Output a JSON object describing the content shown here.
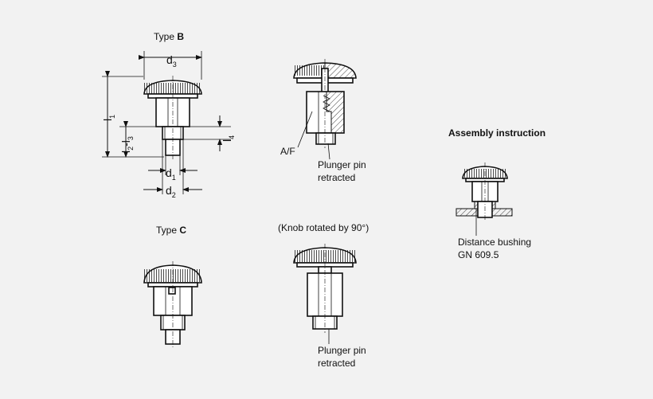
{
  "labels": {
    "type_b_prefix": "Type ",
    "type_b_letter": "B",
    "type_c_prefix": "Type ",
    "type_c_letter": "C",
    "knob_rotated": "(Knob rotated by 90°)",
    "assembly_instruction": "Assembly instruction",
    "af": "A/F",
    "plunger_retracted_1_line1": "Plunger pin",
    "plunger_retracted_1_line2": "retracted",
    "plunger_retracted_2_line1": "Plunger pin",
    "plunger_retracted_2_line2": "retracted",
    "distance_bushing_line1": "Distance bushing",
    "distance_bushing_line2": "GN 609.5"
  },
  "dimensions": {
    "d3": {
      "base": "d",
      "sub": "3"
    },
    "d1": {
      "base": "d",
      "sub": "1"
    },
    "d2": {
      "base": "d",
      "sub": "2"
    },
    "l1": {
      "base": "l",
      "sub": "1"
    },
    "l2l3": {
      "base1": "l",
      "sub1": "2",
      "sep": "-",
      "base2": "l",
      "sub2": "3"
    },
    "l4": {
      "base": "l",
      "sub": "4"
    }
  },
  "colors": {
    "background": "#f2f2f2",
    "line": "#111111",
    "fill": "#ffffff"
  }
}
